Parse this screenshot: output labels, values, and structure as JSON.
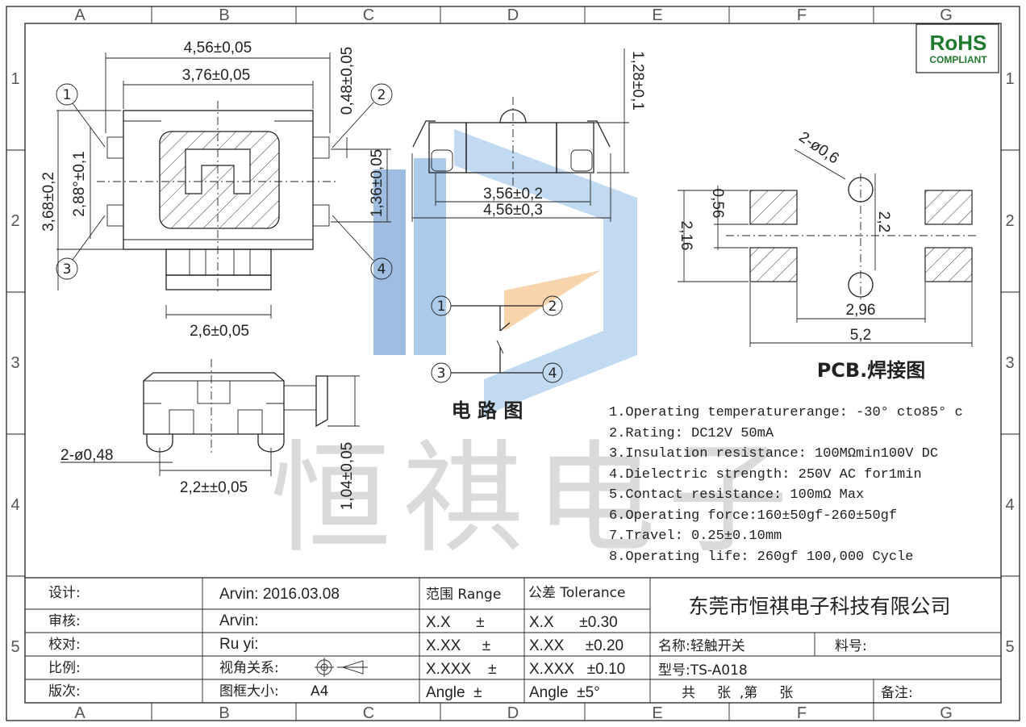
{
  "grid": {
    "cols": [
      "A",
      "B",
      "C",
      "D",
      "E",
      "F",
      "G"
    ],
    "rows": [
      "1",
      "2",
      "3",
      "4",
      "5"
    ]
  },
  "logo": {
    "line1": "RoHS",
    "line2": "COMPLIANT"
  },
  "watermark": {
    "text": "恒祺电子"
  },
  "top_view": {
    "dims": [
      "4,56±0,05",
      "3,76±0,05",
      "0,48±0,05",
      "1,36±0,05",
      "3,68±0,2",
      "2,88°±0,1",
      "2,6±0,05"
    ],
    "callouts": [
      "1",
      "2",
      "3",
      "4"
    ]
  },
  "side_view": {
    "dims": [
      "1,28±0,1",
      "3,56±0,2",
      "4,56±0,3"
    ]
  },
  "bottom_view": {
    "dims": [
      "2-ø0,48",
      "2,2±±0,05",
      "1,04±0,05"
    ]
  },
  "circuit": {
    "nodes": [
      "1",
      "2",
      "3",
      "4"
    ],
    "title": "电 路 图"
  },
  "pcb": {
    "dims": [
      "2-ø0,6",
      "0,56",
      "2,16",
      "2,2",
      "2,96",
      "5,2"
    ],
    "title": "PCB.焊接图"
  },
  "specs": [
    "1.Operating temperaturerange: -30° cto85° c",
    "2.Rating: DC12V 50mA",
    "3.Insulation resistance: 100MΩmin100V DC",
    "4.Dielectric strength: 250V AC for1min",
    "5.Contact resistance: 100mΩ  Max",
    "6.Operating force:160±50gf-260±50gf",
    "7.Travel: 0.25±0.10mm",
    "8.Operating life: 260gf 100,000 Cycle"
  ],
  "title_block": {
    "labels": [
      "设计:",
      "审核:",
      "校对:",
      "比例:",
      "版次:"
    ],
    "design_value": "Arvin:  2016.03.08",
    "review_value": "Arvin:",
    "check_value": "Ru yi:",
    "view_label": "视角关系:",
    "frame_label": "图框大小:",
    "frame_value": "A4",
    "range_header": "范围 Range",
    "tol_header": "公差 Tolerance",
    "range_rows": [
      "X.X      ±",
      "X.XX     ±",
      "X.XXX    ±",
      "Angle  ±"
    ],
    "tol_rows": [
      "X.X      ±0.30",
      "X.XX     ±0.20",
      "X.XXX   ±0.10",
      "Angle  ±5°"
    ],
    "company": "东莞市恒祺电子科技有限公司",
    "name_label": "名称:轻触开关",
    "material_label": "料号:",
    "model_label": "型号:TS-A018",
    "sheet_label": "共     张  ,第     张",
    "notes_label": "备注:"
  }
}
